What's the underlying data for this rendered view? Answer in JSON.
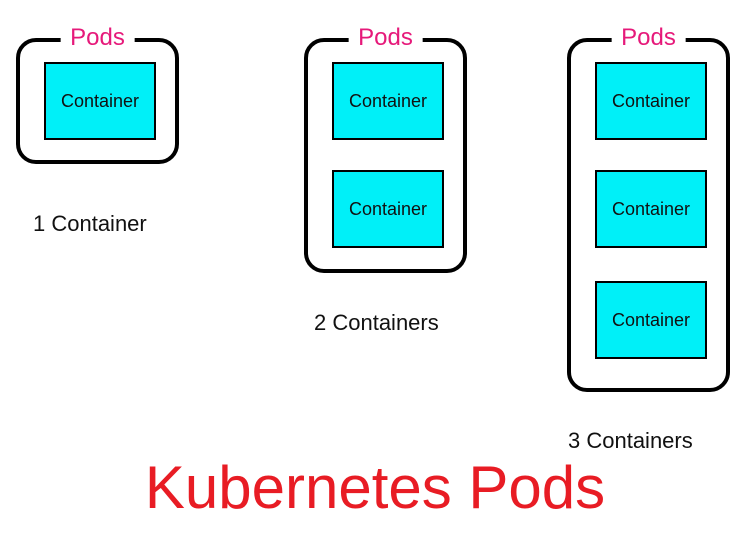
{
  "colors": {
    "pod_label": "#e6197a",
    "container_fill": "#00f0f8",
    "title": "#e81c24"
  },
  "pods": [
    {
      "label": "Pods",
      "caption": "1 Container",
      "containers": [
        {
          "label": "Container"
        }
      ]
    },
    {
      "label": "Pods",
      "caption": "2 Containers",
      "containers": [
        {
          "label": "Container"
        },
        {
          "label": "Container"
        }
      ]
    },
    {
      "label": "Pods",
      "caption": "3 Containers",
      "containers": [
        {
          "label": "Container"
        },
        {
          "label": "Container"
        },
        {
          "label": "Container"
        }
      ]
    }
  ],
  "title": "Kubernetes Pods"
}
